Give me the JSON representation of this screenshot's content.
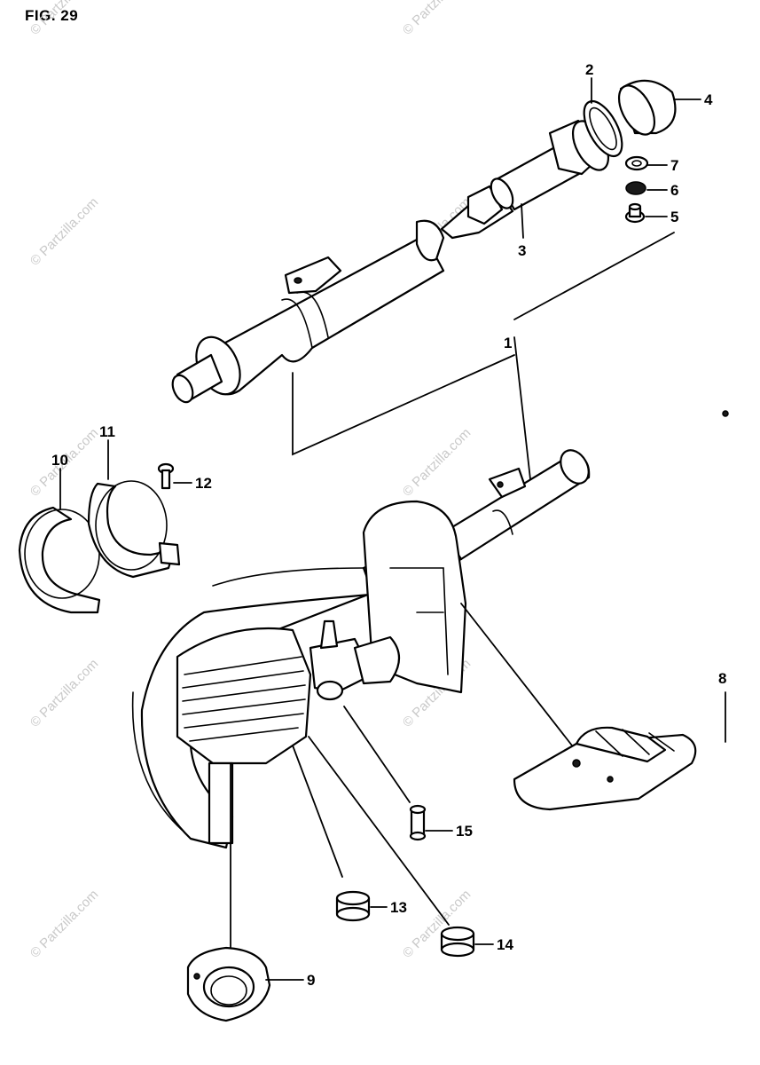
{
  "figure": {
    "title": "FIG. 29"
  },
  "watermark": {
    "text": "© Partzilla.com"
  },
  "callouts": {
    "c1": "1",
    "c2": "2",
    "c3": "3",
    "c4": "4",
    "c5": "5",
    "c6": "6",
    "c7": "7",
    "c8": "8",
    "c9": "9",
    "c10": "10",
    "c11": "11",
    "c12": "12",
    "c13": "13",
    "c14": "14",
    "c15": "15"
  }
}
